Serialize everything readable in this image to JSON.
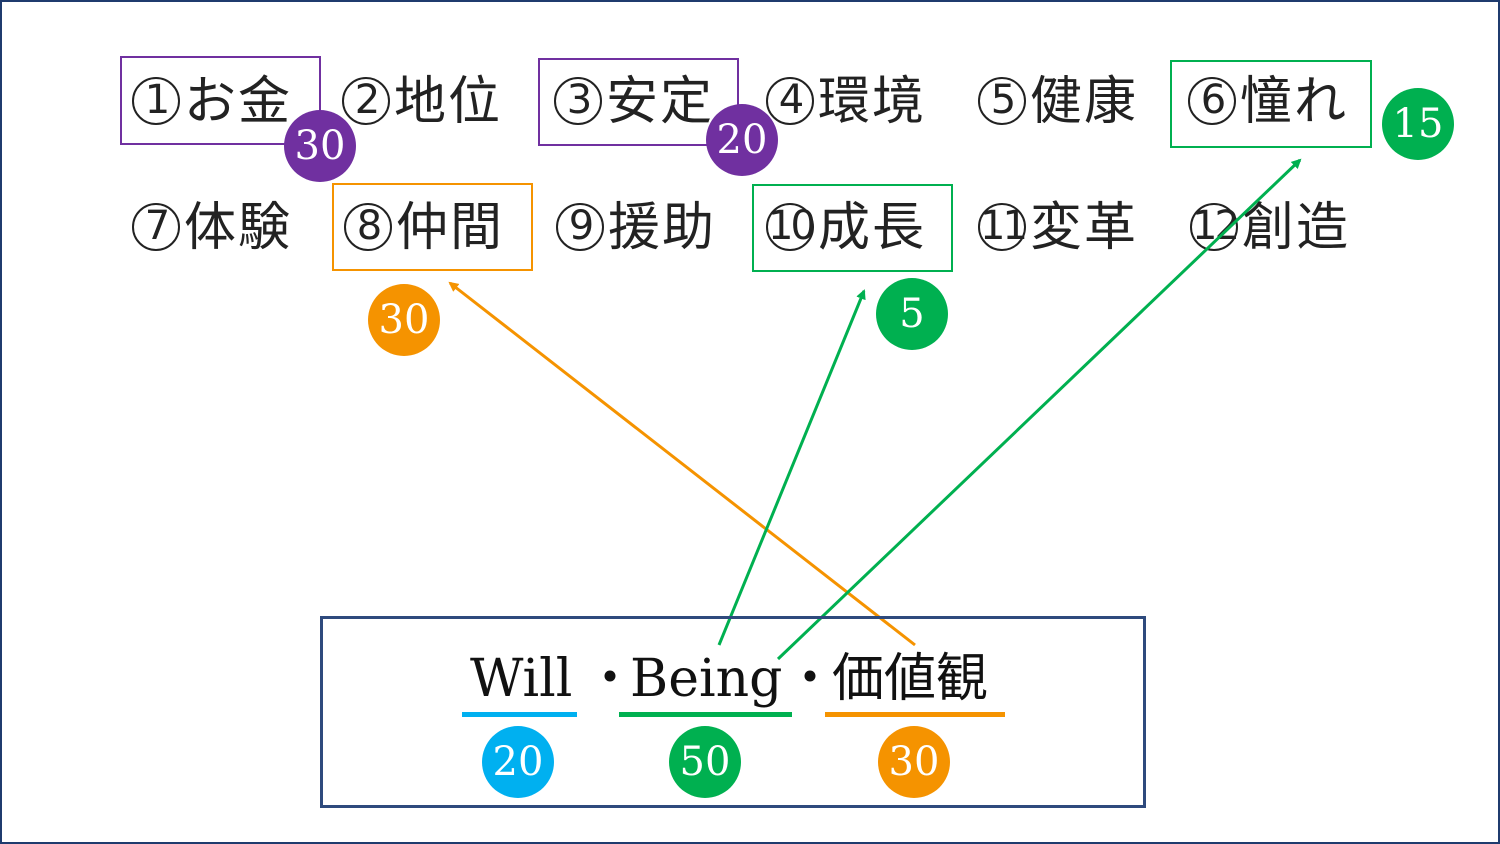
{
  "items": [
    {
      "num": "1",
      "label": "お金"
    },
    {
      "num": "2",
      "label": "地位"
    },
    {
      "num": "3",
      "label": "安定"
    },
    {
      "num": "4",
      "label": "環境"
    },
    {
      "num": "5",
      "label": "健康"
    },
    {
      "num": "6",
      "label": "憧れ"
    },
    {
      "num": "7",
      "label": "体験"
    },
    {
      "num": "8",
      "label": "仲間"
    },
    {
      "num": "9",
      "label": "援助"
    },
    {
      "num": "10",
      "label": "成長"
    },
    {
      "num": "11",
      "label": "変革"
    },
    {
      "num": "12",
      "label": "創造"
    }
  ],
  "badges": {
    "money": "30",
    "stability": "20",
    "admiration": "15",
    "friends": "30",
    "growth": "5"
  },
  "source": {
    "will": "Will",
    "sep1": "・",
    "being": "Being",
    "sep2": "・",
    "values": "価値観",
    "will_score": "20",
    "being_score": "50",
    "values_score": "30"
  },
  "colors": {
    "purple": "#7030a0",
    "green": "#00b050",
    "orange": "#f59300",
    "blue": "#00b0f0",
    "frame": "#1f3b6e"
  }
}
